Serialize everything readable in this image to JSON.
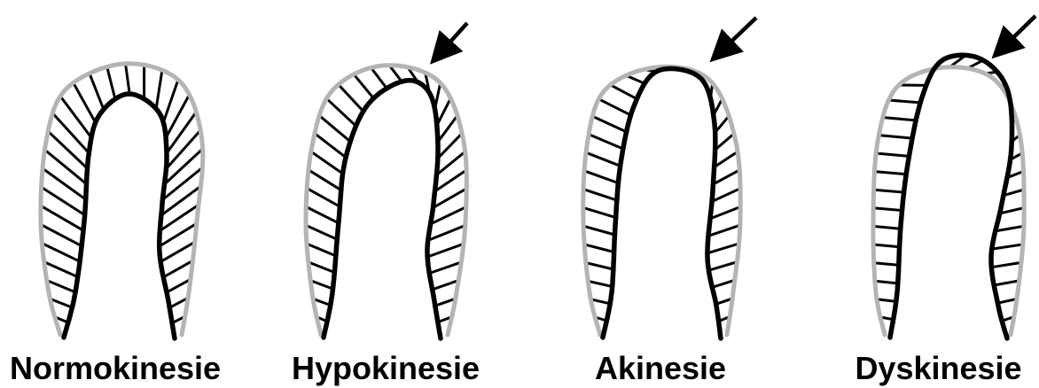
{
  "colors": {
    "outline": "#b4b4b4",
    "wall": "#000000",
    "background": "#ffffff"
  },
  "panels": [
    {
      "label": "Normokinesie",
      "arrow": false
    },
    {
      "label": "Hypokinesie",
      "arrow": true
    },
    {
      "label": "Akinesie",
      "arrow": true
    },
    {
      "label": "Dyskinesie",
      "arrow": true
    }
  ]
}
